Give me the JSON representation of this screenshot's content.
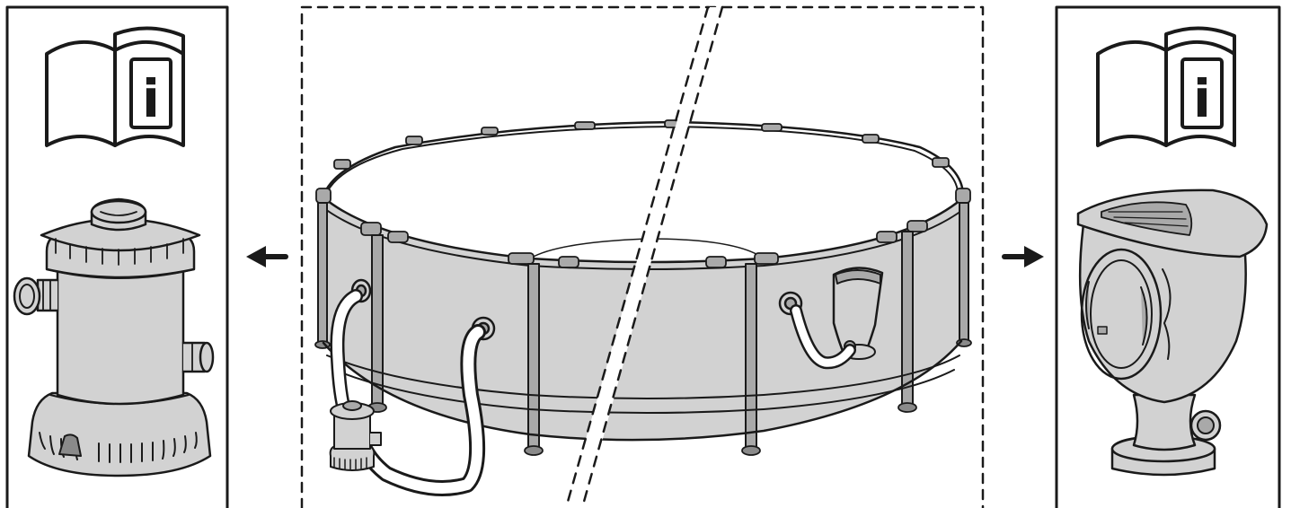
{
  "figure": {
    "kind": "assembly-illustration",
    "panels": [
      {
        "id": "filter-pump-panel",
        "icon": "manual-info-icon",
        "illustration": "cartridge-filter-pump"
      },
      {
        "id": "pool-scene",
        "illustration": "above-ground-frame-pool",
        "split": "dashed-diagonal"
      },
      {
        "id": "skimmer-panel",
        "icon": "manual-info-icon",
        "illustration": "surface-skimmer"
      }
    ],
    "arrows": [
      {
        "id": "left-arrow",
        "direction": "left"
      },
      {
        "id": "right-arrow",
        "direction": "right"
      }
    ],
    "icon_glyph": "i",
    "colors": {
      "ink": "#1a1a1a",
      "light_fill": "#d2d2d2",
      "mid_fill": "#a9a9a9",
      "dark_fill": "#8a8a8a",
      "background": "#ffffff"
    }
  }
}
